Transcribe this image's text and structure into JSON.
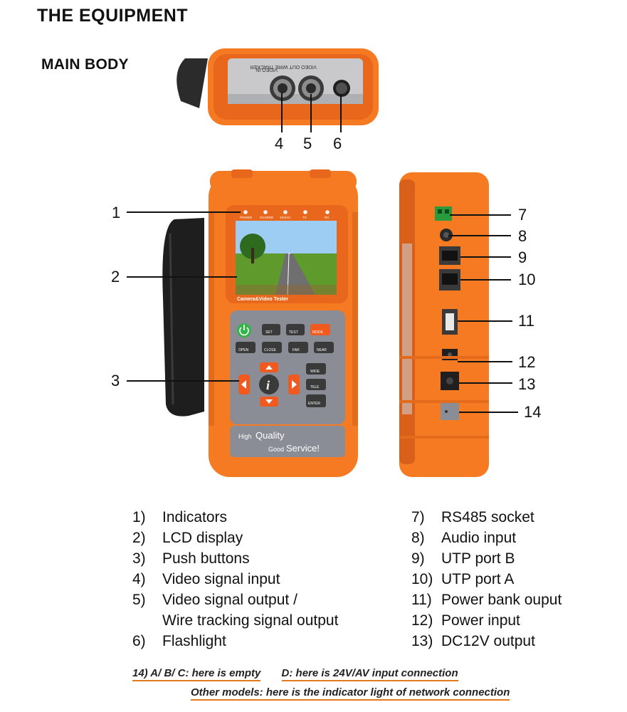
{
  "title_line1": "THE EQUIPMENT",
  "subtitle": "MAIN BODY",
  "top_callouts": [
    "4",
    "5",
    "6"
  ],
  "front_callouts": [
    "1",
    "2",
    "3"
  ],
  "side_callouts": [
    "7",
    "8",
    "9",
    "10",
    "11",
    "12",
    "13",
    "14"
  ],
  "device": {
    "indicators": [
      "POWER",
      "CHARGE",
      "24V/AC",
      "TX",
      "RX"
    ],
    "brand_strip": "Camera&Video Tester",
    "buttons": {
      "set": "SET",
      "test": "TEST",
      "mode": "MODE",
      "open": "OPEN",
      "close": "CLOSE",
      "far": "FAR",
      "near": "NEAR",
      "wide": "WIDE",
      "tele": "TELE",
      "enter": "ENTER",
      "info": "i"
    },
    "slogan_line1_small": "High",
    "slogan_line1_big": "Quality",
    "slogan_line2_small": "Good",
    "slogan_line2_big": "Service!",
    "top_labels": [
      "VIDEO IN",
      "VIDEO OUT WIRE TRACKER"
    ]
  },
  "legend_left": [
    {
      "num": "1)",
      "text": "Indicators"
    },
    {
      "num": "2)",
      "text": "LCD display"
    },
    {
      "num": "3)",
      "text": "Push buttons"
    },
    {
      "num": "4)",
      "text": "Video signal input"
    },
    {
      "num": "5)",
      "text": "Video signal output /"
    },
    {
      "num": "",
      "text": "Wire tracking signal output"
    },
    {
      "num": "6)",
      "text": "Flashlight"
    }
  ],
  "legend_right": [
    {
      "num": "7)",
      "text": "RS485 socket"
    },
    {
      "num": "8)",
      "text": "Audio input"
    },
    {
      "num": "9)",
      "text": "UTP port B"
    },
    {
      "num": "10)",
      "text": "UTP port A"
    },
    {
      "num": "11)",
      "text": "Power bank ouput"
    },
    {
      "num": "12)",
      "text": "Power input"
    },
    {
      "num": "13)",
      "text": "DC12V output"
    }
  ],
  "note_line1_a": "14)  A/ B/ C: here is empty",
  "note_line1_b": "D: here is 24V/AV input connection",
  "note_line2": "Other models: here is the indicator light of network connection",
  "colors": {
    "orange": "#f57a22",
    "dark_orange": "#d9601a",
    "panel_gray": "#8a8d96",
    "note_underline": "#e07a1c"
  }
}
